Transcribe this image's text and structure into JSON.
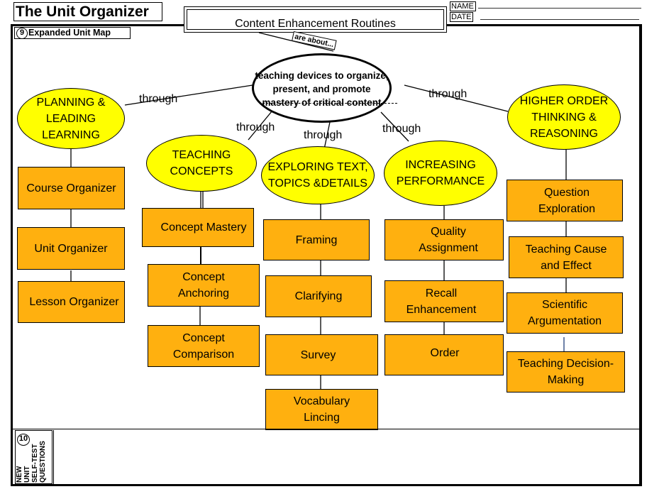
{
  "header": {
    "title": "The Unit Organizer",
    "name_label": "NAME",
    "date_label": "DATE",
    "name_value": "",
    "date_value": "",
    "center_title": "Content Enhancement Routines"
  },
  "section9": {
    "number": "9",
    "label": "Expanded Unit Map"
  },
  "central": {
    "connector_label": "are about...",
    "text": "teaching devices to organize, present, and promote mastery of critical content"
  },
  "link_label": "through",
  "categories": [
    {
      "id": "planning",
      "title": "PLANNING & LEADING LEARNING",
      "items": [
        "Course Organizer",
        "Unit Organizer",
        "Lesson Organizer"
      ]
    },
    {
      "id": "concepts",
      "title": "TEACHING CONCEPTS",
      "items": [
        "Concept Mastery",
        "Concept Anchoring",
        "Concept Comparison"
      ]
    },
    {
      "id": "exploring",
      "title": "EXPLORING TEXT, TOPICS &DETAILS",
      "items": [
        "Framing",
        "Clarifying",
        "Survey",
        "Vocabulary Lincing"
      ]
    },
    {
      "id": "performance",
      "title": "INCREASING PERFORMANCE",
      "items": [
        "Quality Assignment",
        "Recall Enhancement",
        "Order"
      ]
    },
    {
      "id": "higher",
      "title": "HIGHER ORDER THINKING & REASONING",
      "items": [
        "Question Exploration",
        "Teaching Cause and Effect",
        "Scientific Argumentation",
        "Teaching Decision-Making"
      ]
    }
  ],
  "section10": {
    "number": "10",
    "label": "NEW\nUNIT\nSELF-TEST\nQUESTIONS",
    "content": ""
  },
  "colors": {
    "category_fill": "#ffff00",
    "routine_fill": "#ffb00f",
    "stroke": "#000000"
  }
}
